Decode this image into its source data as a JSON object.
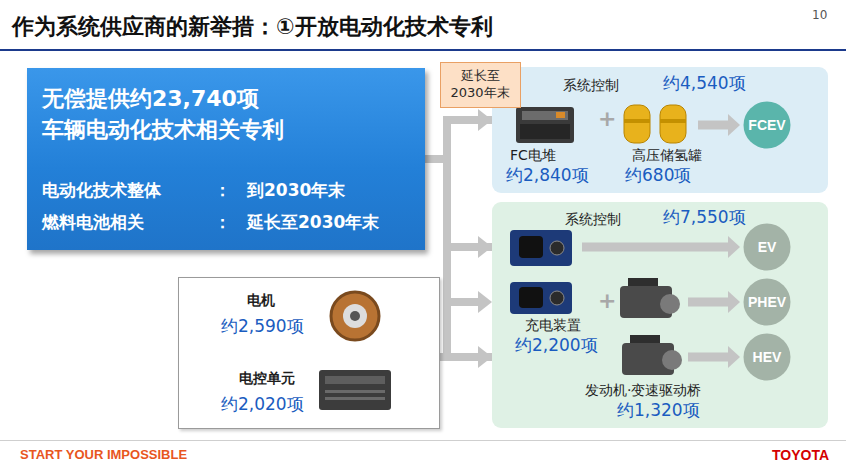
{
  "diagram": {
    "title": "作为系统供应商的新举措：①开放电动化技术专利",
    "nodes": [
      {
        "text": [
          "无偿提供约23,740项 车辆电动化技术相关专利",
          "电动化技术整体",
          "：",
          "到2030年末",
          "燃料电池相关",
          "：",
          "延长至2030年末"
        ]
      },
      {
        "text": [
          "延长至 2030年末"
        ]
      },
      {
        "text": [
          "系统控制",
          "约4,540项",
          "FC电堆",
          "约2,840项",
          "高压储氢罐",
          "约680项"
        ]
      },
      {
        "text": [
          "FCEV"
        ],
        "in": 2
      },
      {
        "text": [
          "系统控制",
          "约7,550项",
          "充电装置",
          "约2,200项",
          "发动机·变速驱动桥",
          "约1,320项"
        ]
      },
      {
        "text": [
          "EV"
        ],
        "in": 4
      },
      {
        "text": [
          "PHEV"
        ],
        "in": 4
      },
      {
        "text": [
          "HEV"
        ],
        "in": 4
      },
      {
        "text": [
          "电机",
          "约2,590项",
          "电控单元",
          "约2,020项"
        ]
      }
    ],
    "edges": [
      {
        "from": 0,
        "to": 2,
        "arrow": "to"
      },
      {
        "from": 0,
        "to": 4,
        "arrow": "to"
      },
      {
        "from": 8,
        "to": 4,
        "arrow": "to"
      }
    ],
    "labels": [
      "10",
      "+",
      "+",
      "START YOUR IMPOSSIBLE",
      "TOYOTA"
    ]
  }
}
